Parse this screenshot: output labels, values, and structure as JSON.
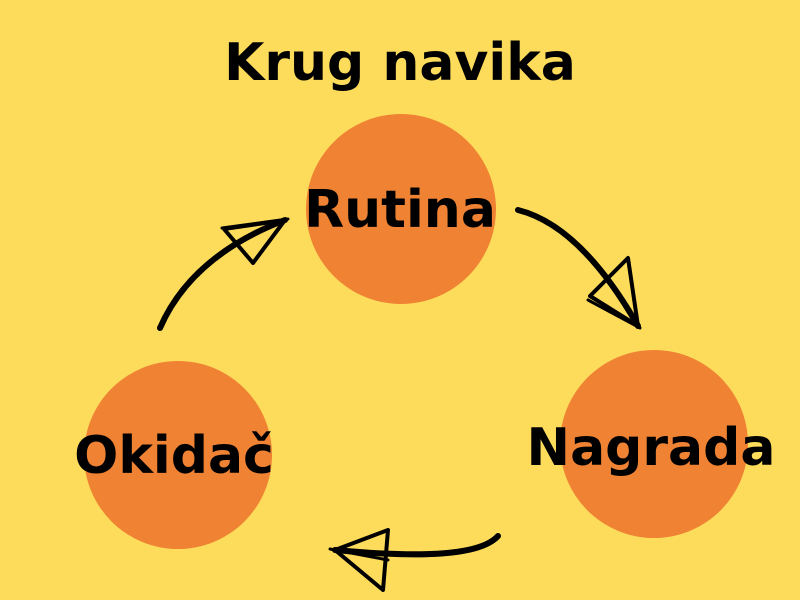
{
  "diagram": {
    "title": "Krug navika",
    "nodes": [
      {
        "id": "rutina",
        "label": "Rutina"
      },
      {
        "id": "nagrada",
        "label": "Nagrada"
      },
      {
        "id": "okidac",
        "label": "Okidač"
      }
    ],
    "edges": [
      {
        "from": "okidac",
        "to": "rutina"
      },
      {
        "from": "rutina",
        "to": "nagrada"
      },
      {
        "from": "nagrada",
        "to": "okidac"
      }
    ],
    "colors": {
      "background": "#FEDC5B",
      "node_fill": "#EF8233",
      "text": "#000000",
      "arrow": "#000000"
    }
  }
}
